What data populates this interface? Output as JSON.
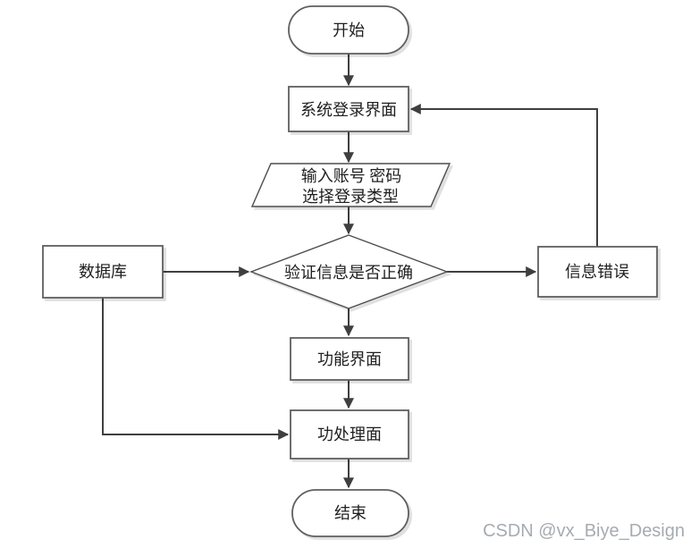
{
  "diagram": {
    "title": "login-verification-flowchart",
    "nodes": {
      "start": {
        "type": "terminator",
        "label": "开始"
      },
      "login": {
        "type": "process",
        "label": "系统登录界面"
      },
      "input": {
        "type": "io",
        "line1": "输入账号 密码",
        "line2": "选择登录类型"
      },
      "decision": {
        "type": "decision",
        "label": "验证信息是否正确"
      },
      "database": {
        "type": "process",
        "label": "数据库"
      },
      "error": {
        "type": "process",
        "label": "信息错误"
      },
      "function": {
        "type": "process",
        "label": "功能界面"
      },
      "handler": {
        "type": "process",
        "label": "功处理面"
      },
      "end": {
        "type": "terminator",
        "label": "结束"
      }
    },
    "edges": [
      {
        "from": "start",
        "to": "login"
      },
      {
        "from": "login",
        "to": "input"
      },
      {
        "from": "input",
        "to": "decision"
      },
      {
        "from": "decision",
        "to": "function"
      },
      {
        "from": "function",
        "to": "handler"
      },
      {
        "from": "handler",
        "to": "end"
      },
      {
        "from": "database",
        "to": "decision"
      },
      {
        "from": "decision",
        "to": "error"
      },
      {
        "from": "error",
        "to": "login"
      },
      {
        "from": "database",
        "to": "handler"
      }
    ],
    "colors": {
      "connector": "#3f3f3f",
      "shape_border": "#5f5f5f",
      "shape_fill": "#ffffff",
      "text": "#1f1f1f",
      "watermark": "#a6abb0",
      "background": "#ffffff"
    }
  },
  "watermark": {
    "text": "CSDN @vx_Biye_Design"
  }
}
